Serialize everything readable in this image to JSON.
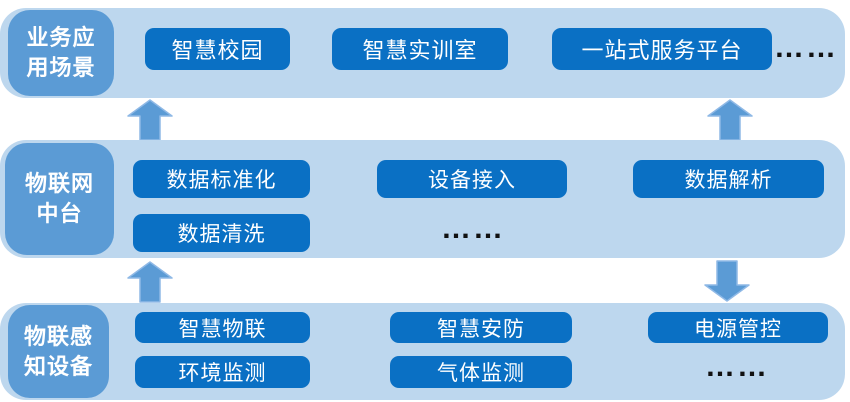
{
  "diagram": {
    "title": "IoT platform architecture diagram",
    "colors": {
      "band_background": "#bdd7ee",
      "label_tile_background": "#5b9bd5",
      "node_background": "#0a70c4",
      "node_text": "#ffffff",
      "arrow_fill": "#5b9bd5",
      "arrow_border": "#8fb9e6",
      "ellipsis_color": "#111111",
      "page_background": "#ffffff"
    },
    "bands": [
      {
        "label": "业务应用场景",
        "label_lines": [
          "业务应",
          "用场景"
        ],
        "boxes": [
          {
            "label": "智慧校园"
          },
          {
            "label": "智慧实训室"
          },
          {
            "label": "一站式服务平台"
          }
        ],
        "ellipsis": "……"
      },
      {
        "label": "物联网中台",
        "label_lines": [
          "物联网",
          "中台"
        ],
        "boxes": [
          {
            "label": "数据标准化"
          },
          {
            "label": "设备接入"
          },
          {
            "label": "数据解析"
          },
          {
            "label": "数据清洗"
          }
        ],
        "ellipsis": "……"
      },
      {
        "label": "物联感知设备",
        "label_lines": [
          "物联感",
          "知设备"
        ],
        "boxes": [
          {
            "label": "智慧物联"
          },
          {
            "label": "智慧安防"
          },
          {
            "label": "电源管控"
          },
          {
            "label": "环境监测"
          },
          {
            "label": "气体监测"
          }
        ],
        "ellipsis": "……"
      }
    ],
    "arrows": [
      {
        "side": "left",
        "direction": "up",
        "from": "物联网中台",
        "to": "业务应用场景"
      },
      {
        "side": "right",
        "direction": "up",
        "from": "物联网中台",
        "to": "业务应用场景"
      },
      {
        "side": "left",
        "direction": "up",
        "from": "物联感知设备",
        "to": "物联网中台"
      },
      {
        "side": "right",
        "direction": "down",
        "from": "物联网中台",
        "to": "物联感知设备"
      }
    ]
  }
}
